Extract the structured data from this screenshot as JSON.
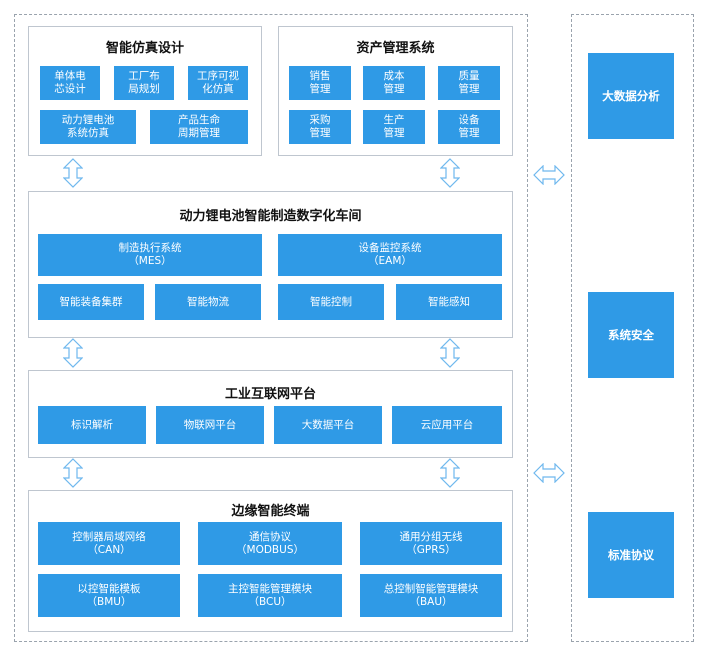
{
  "colors": {
    "box": "#2f9ae6",
    "arrow": "#6fb8ee",
    "border": "#bfc6cf"
  },
  "sim": {
    "title": "智能仿真设计",
    "items": [
      [
        "单体电",
        "芯设计"
      ],
      [
        "工厂布",
        "局规划"
      ],
      [
        "工序可视",
        "化仿真"
      ],
      [
        "动力锂电池",
        "系统仿真"
      ],
      [
        "产品生命",
        "周期管理"
      ]
    ]
  },
  "asset": {
    "title": "资产管理系统",
    "items": [
      [
        "销售",
        "管理"
      ],
      [
        "成本",
        "管理"
      ],
      [
        "质量",
        "管理"
      ],
      [
        "采购",
        "管理"
      ],
      [
        "生产",
        "管理"
      ],
      [
        "设备",
        "管理"
      ]
    ]
  },
  "workshop": {
    "title": "动力锂电池智能制造数字化车间",
    "mes": [
      "制造执行系统",
      "（MES）"
    ],
    "eam": [
      "设备监控系统",
      "（EAM）"
    ],
    "items": [
      "智能装备集群",
      "智能物流",
      "智能控制",
      "智能感知"
    ]
  },
  "platform": {
    "title": "工业互联网平台",
    "items": [
      "标识解析",
      "物联网平台",
      "大数据平台",
      "云应用平台"
    ]
  },
  "edge": {
    "title": "边缘智能终端",
    "items": [
      [
        "控制器局域网络",
        "（CAN）"
      ],
      [
        "通信协议",
        "（MODBUS）"
      ],
      [
        "通用分组无线",
        "（GPRS）"
      ],
      [
        "以控智能模板",
        "（BMU）"
      ],
      [
        "主控智能管理模块",
        "（BCU）"
      ],
      [
        "总控制智能管理模块",
        "（BAU）"
      ]
    ]
  },
  "side": [
    "大数据分析",
    "系统安全",
    "标准协议"
  ]
}
